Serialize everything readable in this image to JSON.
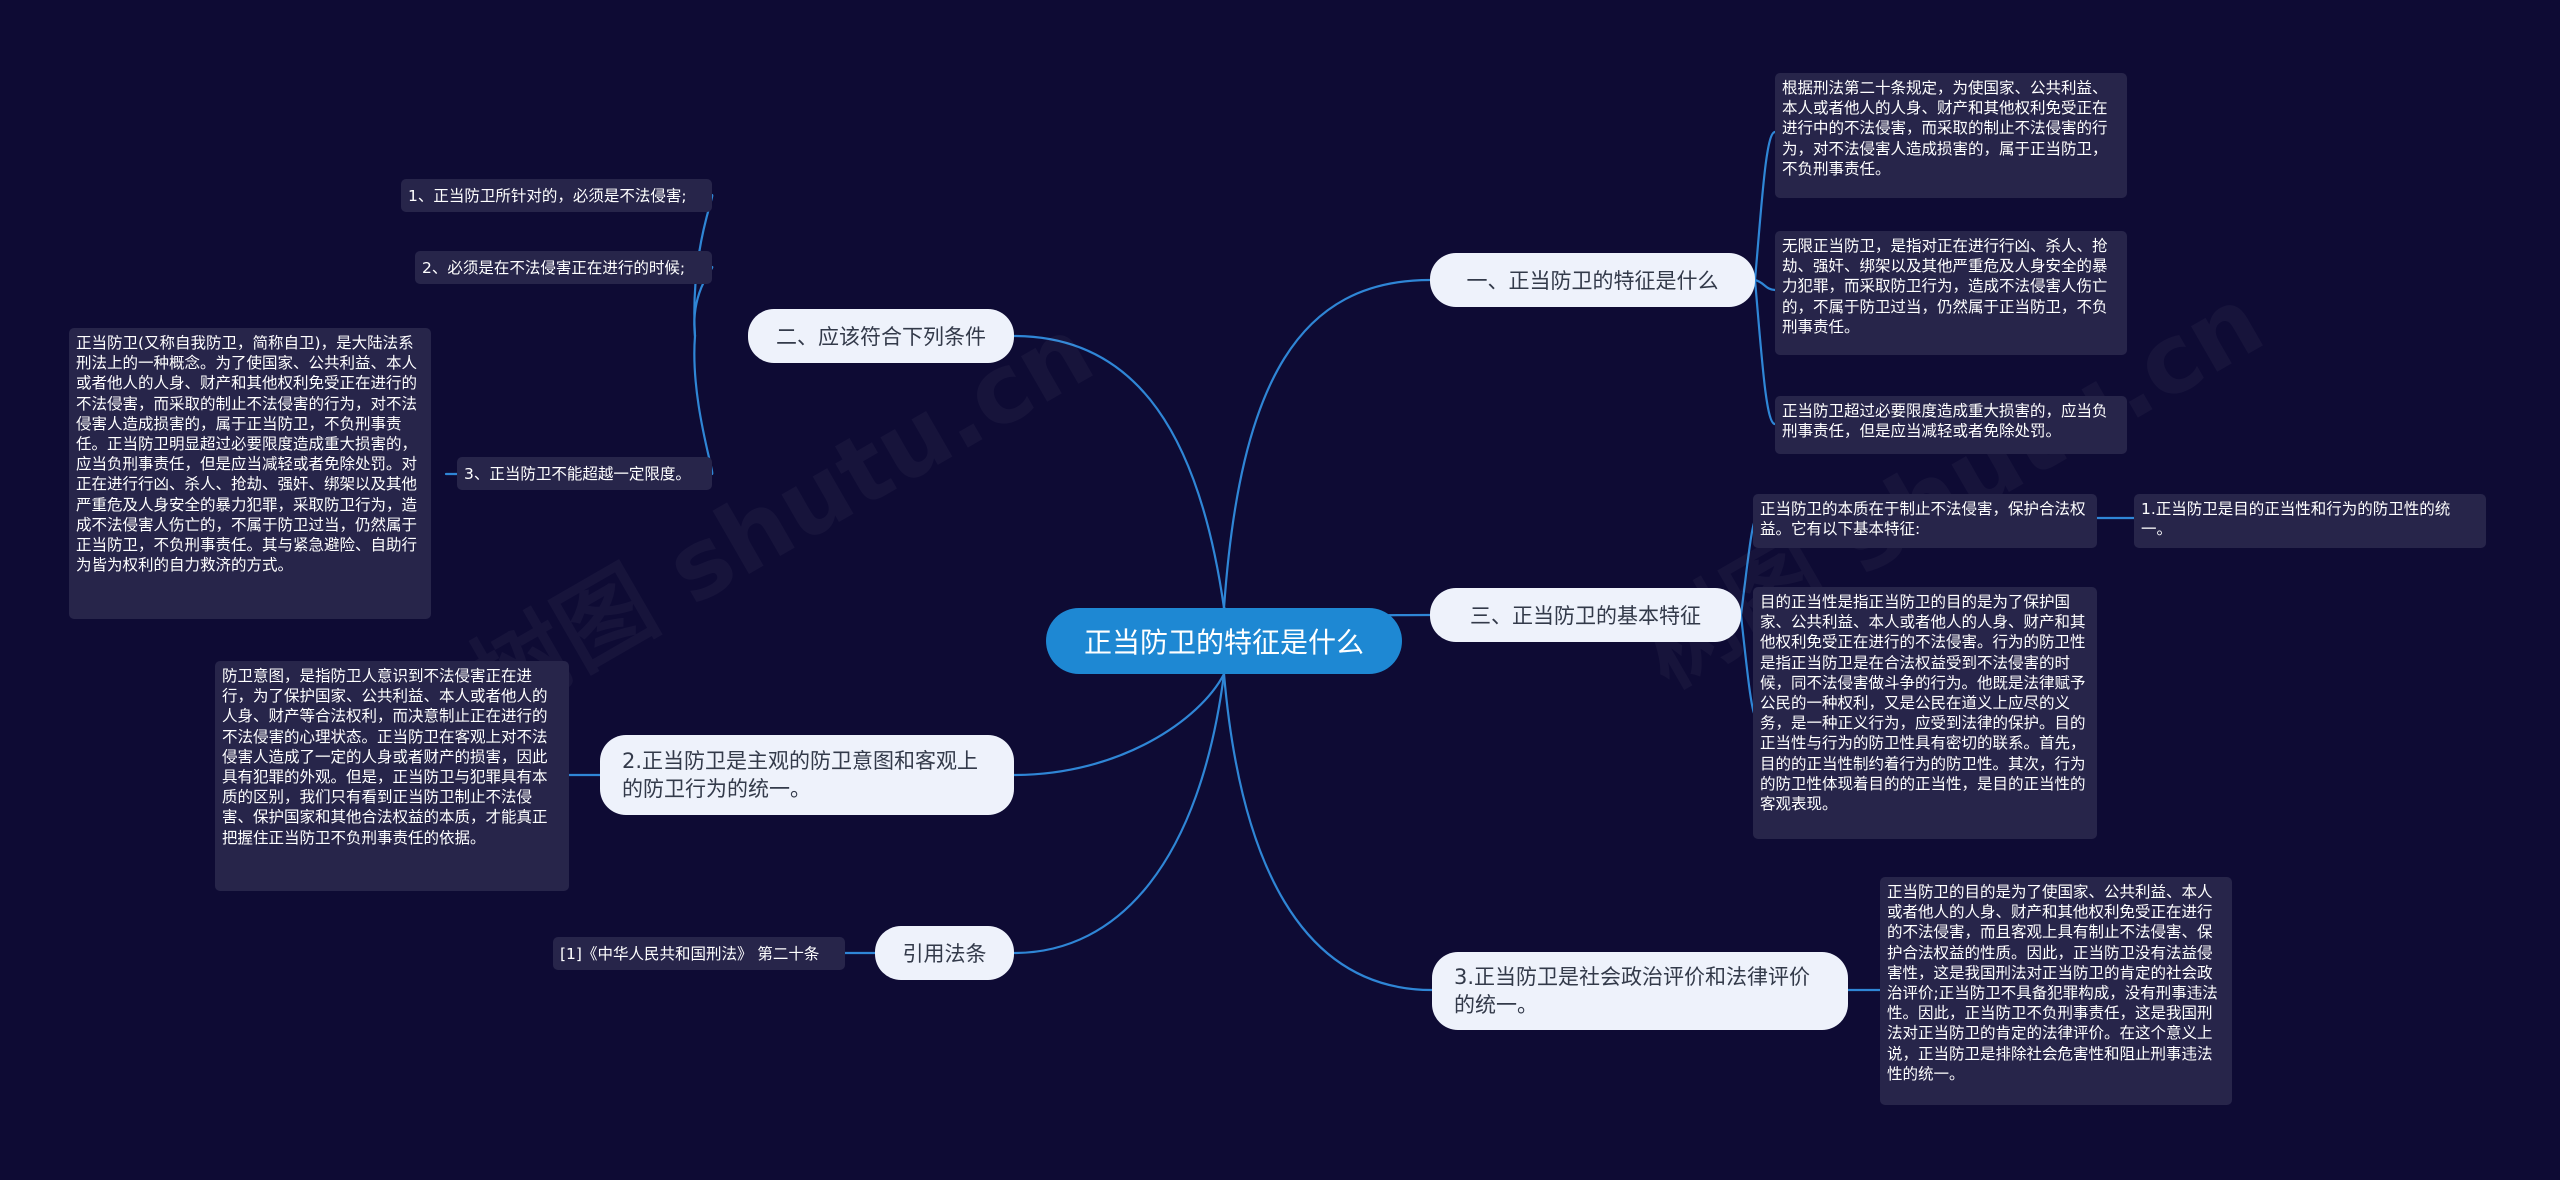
{
  "root": {
    "label": "正当防卫的特征是什么"
  },
  "left": {
    "conditions": {
      "label": "二、应该符合下列条件",
      "items": [
        "1、正当防卫所针对的，必须是不法侵害;",
        "2、必须是在不法侵害正在进行的时候;",
        "3、正当防卫不能超越一定限度。"
      ],
      "detail": "正当防卫(又称自我防卫，简称自卫)，是大陆法系刑法上的一种概念。为了使国家、公共利益、本人或者他人的人身、财产和其他权利免受正在进行的不法侵害，而采取的制止不法侵害的行为，对不法侵害人造成损害的，属于正当防卫，不负刑事责任。正当防卫明显超过必要限度造成重大损害的，应当负刑事责任，但是应当减轻或者免除处罚。对正在进行行凶、杀人、抢劫、强奸、绑架以及其他严重危及人身安全的暴力犯罪，采取防卫行为，造成不法侵害人伤亡的，不属于防卫过当，仍然属于正当防卫，不负刑事责任。其与紧急避险、自助行为皆为权利的自力救济的方式。"
    },
    "unity": {
      "label": "2.正当防卫是主观的防卫意图和客观上的防卫行为的统一。",
      "detail": "防卫意图，是指防卫人意识到不法侵害正在进行，为了保护国家、公共利益、本人或者他人的人身、财产等合法权利，而决意制止正在进行的不法侵害的心理状态。正当防卫在客观上对不法侵害人造成了一定的人身或者财产的损害，因此具有犯罪的外观。但是，正当防卫与犯罪具有本质的区别，我们只有看到正当防卫制止不法侵害、保护国家和其他合法权益的本质，才能真正把握住正当防卫不负刑事责任的依据。"
    },
    "law": {
      "label": "引用法条",
      "detail": "[1]《中华人民共和国刑法》 第二十条"
    }
  },
  "right": {
    "features": {
      "label": "一、正当防卫的特征是什么",
      "items": [
        "根据刑法第二十条规定，为使国家、公共利益、本人或者他人的人身、财产和其他权利免受正在进行中的不法侵害，而采取的制止不法侵害的行为，对不法侵害人造成损害的，属于正当防卫，不负刑事责任。",
        "无限正当防卫，是指对正在进行行凶、杀人、抢劫、强奸、绑架以及其他严重危及人身安全的暴力犯罪，而采取防卫行为，造成不法侵害人伤亡的，不属于防卫过当，仍然属于正当防卫，不负刑事责任。",
        "正当防卫超过必要限度造成重大损害的，应当负刑事责任，但是应当减轻或者免除处罚。"
      ]
    },
    "basic": {
      "label": "三、正当防卫的基本特征",
      "intro": "正当防卫的本质在于制止不法侵害，保护合法权益。它有以下基本特征:",
      "sub": "1.正当防卫是目的正当性和行为的防卫性的统一。",
      "detail": "目的正当性是指正当防卫的目的是为了保护国家、公共利益、本人或者他人的人身、财产和其他权利免受正在进行的不法侵害。行为的防卫性是指正当防卫是在合法权益受到不法侵害的时候，同不法侵害做斗争的行为。他既是法律赋予公民的一种权利，又是公民在道义上应尽的义务，是一种正义行为，应受到法律的保护。目的正当性与行为的防卫性具有密切的联系。首先，目的的正当性制约着行为的防卫性。其次，行为的防卫性体现着目的的正当性，是目的正当性的客观表现。"
    },
    "evaluation": {
      "label": "3.正当防卫是社会政治评价和法律评价的统一。",
      "detail": "正当防卫的目的是为了使国家、公共利益、本人或者他人的人身、财产和其他权利免受正在进行的不法侵害，而且客观上具有制止不法侵害、保护合法权益的性质。因此，正当防卫没有法益侵害性，这是我国刑法对正当防卫的肯定的社会政治评价;正当防卫不具备犯罪构成，没有刑事违法性。因此，正当防卫不负刑事责任，这是我国刑法对正当防卫的肯定的法律评价。在这个意义上说，正当防卫是排除社会危害性和阻止刑事违法性的统一。"
    }
  },
  "watermarks": [
    "树图 shutu.cn",
    "树图 shutu.cn"
  ],
  "colors": {
    "background": "#0e0b34",
    "root": "#1e88d3",
    "edge": "#2f86d6",
    "branch": "#eef2fb",
    "leaf": "#27254a"
  }
}
